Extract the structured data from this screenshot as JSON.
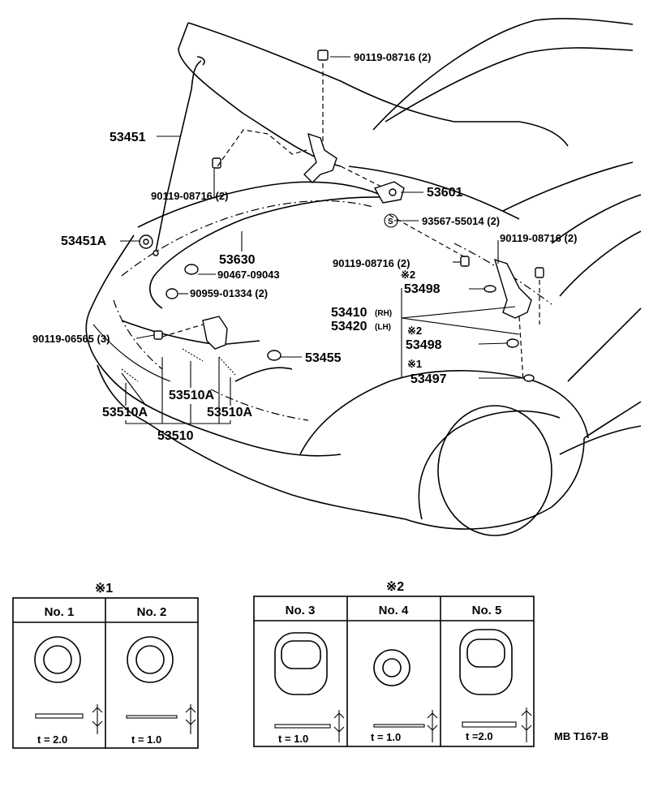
{
  "labels": {
    "p53451": "53451",
    "p53451a": "53451A",
    "p90119_a": "90119-08716 (2)",
    "p90119_b": "90119-08716 (2)",
    "p90119_c": "90119-08716 (2)",
    "p90119_d": "90119-08716 (2)",
    "p53601": "53601",
    "p93567": "93567-55014 (2)",
    "p53630": "53630",
    "p90467": "90467-09043",
    "p90959": "90959-01334 (2)",
    "p90119_06565": "90119-06565 (3)",
    "p53455": "53455",
    "p53498_1": "53498",
    "p53498_2": "53498",
    "p53497": "53497",
    "p53410": "53410",
    "p53410_sfx": "(RH)",
    "p53420": "53420",
    "p53420_sfx": "(LH)",
    "p53510a_1": "53510A",
    "p53510a_2": "53510A",
    "p53510a_3": "53510A",
    "p53510": "53510",
    "mark_s": "S",
    "note2_a": "※2",
    "note2_b": "※2",
    "note1_a": "※1",
    "code": "MB T167-B"
  },
  "table1": {
    "title": "※1",
    "cols": [
      {
        "head": "No. 1",
        "t": "t = 2.0"
      },
      {
        "head": "No. 2",
        "t": "t = 1.0"
      }
    ]
  },
  "table2": {
    "title": "※2",
    "cols": [
      {
        "head": "No. 3",
        "t": "t = 1.0"
      },
      {
        "head": "No. 4",
        "t": "t = 1.0"
      },
      {
        "head": "No. 5",
        "t": "t =2.0"
      }
    ]
  }
}
